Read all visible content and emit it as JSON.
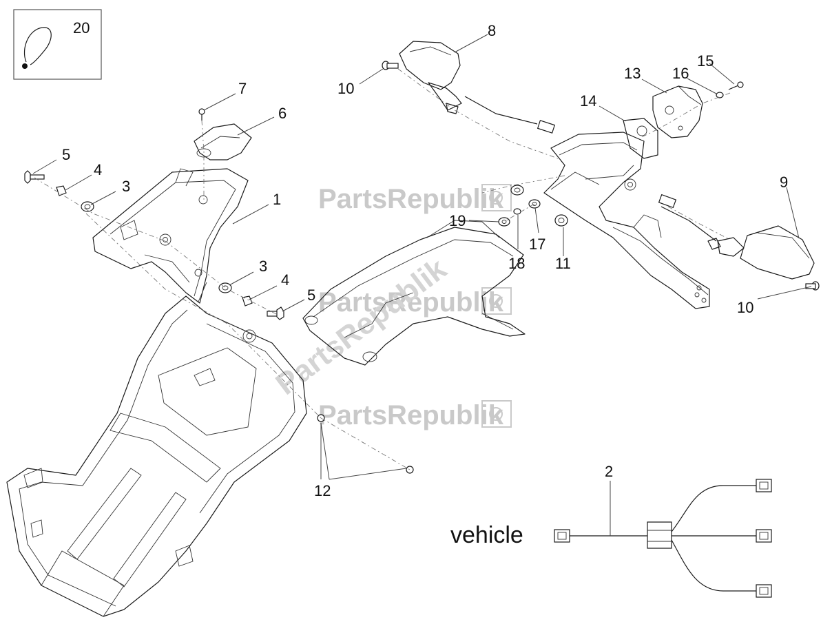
{
  "callouts": {
    "c1": "1",
    "c2": "2",
    "c3a": "3",
    "c3b": "3",
    "c4a": "4",
    "c4b": "4",
    "c5a": "5",
    "c5b": "5",
    "c6": "6",
    "c7": "7",
    "c8": "8",
    "c9": "9",
    "c10a": "10",
    "c10b": "10",
    "c11": "11",
    "c12": "12",
    "c13": "13",
    "c14": "14",
    "c15": "15",
    "c16": "16",
    "c17": "17",
    "c18": "18",
    "c19": "19",
    "c20": "20"
  },
  "harness": {
    "vehicle_label": "vehicle"
  },
  "watermarks": {
    "w1": "PartsRepublik",
    "w2": "PartsRepublik",
    "w3": "PartsRepublik",
    "diagonal": "PartsRepublik"
  }
}
